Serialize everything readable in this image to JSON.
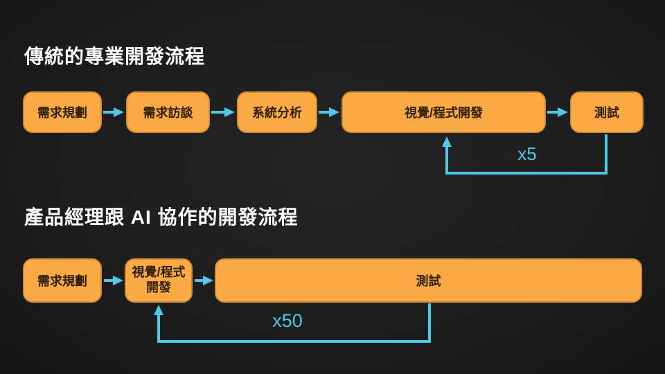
{
  "slide": {
    "background_color": "#1e1e1e",
    "accent_arrow_color": "#4ec8e8",
    "node_fill_color": "#fbaa45",
    "node_border_color": "#d18a2f",
    "node_text_color": "#2e1d07",
    "title_text_color": "#ffffff"
  },
  "flow1": {
    "title": "傳統的專業開發流程",
    "steps": [
      {
        "label": "需求規劃"
      },
      {
        "label": "需求訪談"
      },
      {
        "label": "系統分析"
      },
      {
        "label": "視覺/程式開發"
      },
      {
        "label": "測試"
      }
    ],
    "loop_label": "x5"
  },
  "flow2": {
    "title": "產品經理跟 AI 協作的開發流程",
    "steps": [
      {
        "label": "需求規劃"
      },
      {
        "label": "視覺/程式開發"
      },
      {
        "label": "測試"
      }
    ],
    "loop_label": "x50"
  }
}
